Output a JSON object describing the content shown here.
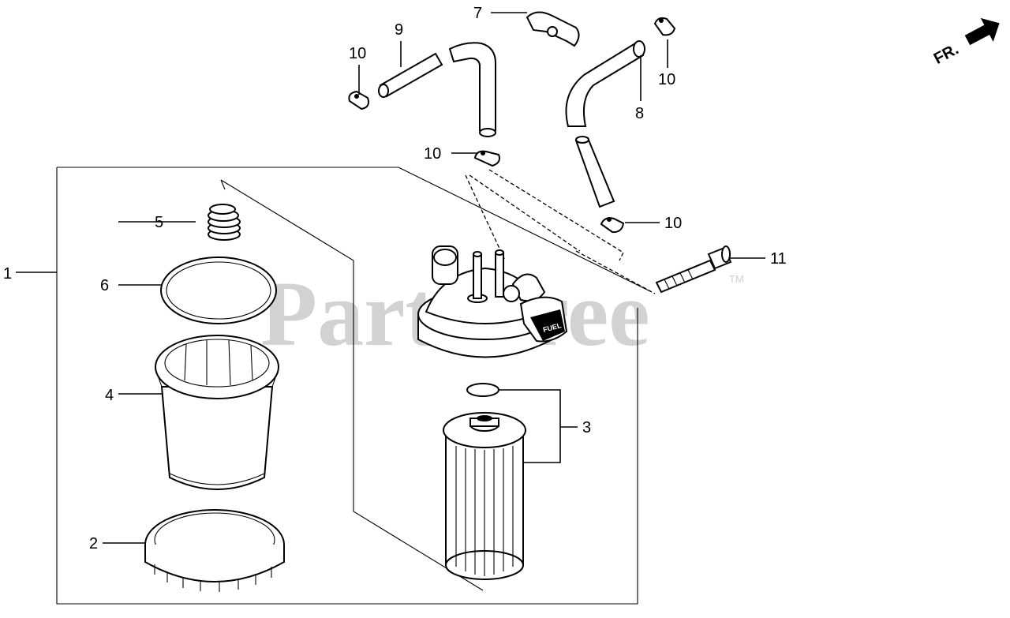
{
  "watermark": {
    "text": "PartsTree",
    "trademark": "TM"
  },
  "direction_indicator": {
    "label": "FR."
  },
  "callouts": {
    "c1": "1",
    "c2": "2",
    "c3": "3",
    "c4": "4",
    "c5": "5",
    "c6": "6",
    "c7": "7",
    "c8": "8",
    "c9": "9",
    "c10a": "10",
    "c10b": "10",
    "c10c": "10",
    "c10d": "10",
    "c11": "11"
  },
  "fuel_lever_label": "FUEL"
}
